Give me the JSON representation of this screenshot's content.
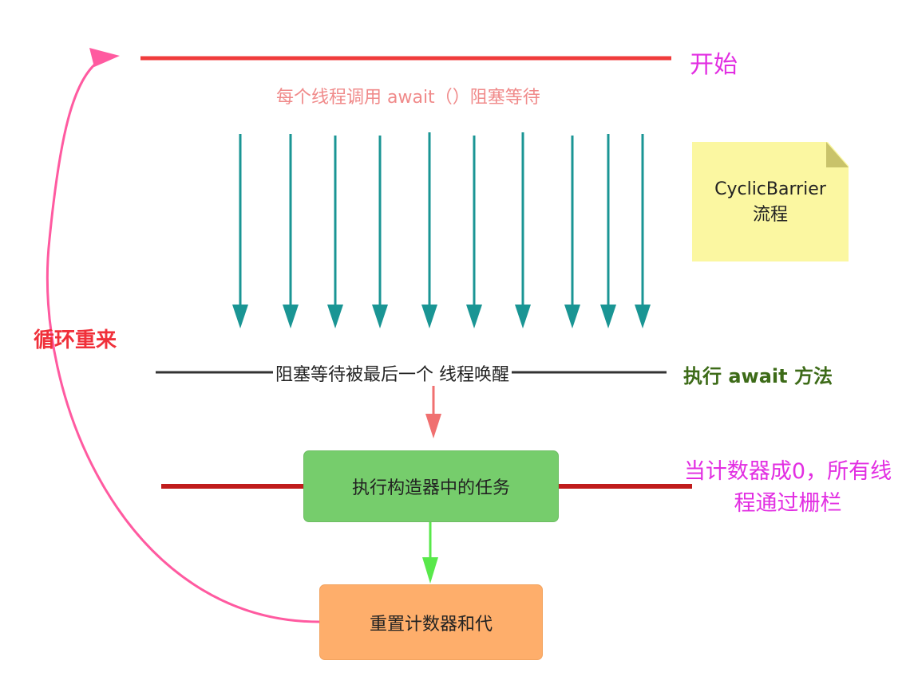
{
  "labels": {
    "start": "开始",
    "await_desc": "每个线程调用 await（）阻塞等待",
    "loop": "循环重来",
    "wake": "阻塞等待被最后一个 线程唤醒",
    "exec_await": "执行 await 方法",
    "count_zero": "当计数器成0，所有线程通过栅栏"
  },
  "note": {
    "title": "CyclicBarrier",
    "subtitle": "流程"
  },
  "boxes": {
    "run_task": "执行构造器中的任务",
    "reset": "重置计数器和代"
  },
  "thread_arrow_count": 10,
  "colors": {
    "start_line": "#f03c3c",
    "thread_arrow": "#1a9594",
    "barrier_line": "#333333",
    "pass_line": "#c01c1c",
    "wake_arrow": "#f07070",
    "task_arrow": "#58e84a",
    "loop_curve": "#ff5aa0",
    "note_bg": "#fbf7a1",
    "task_box": "#76cd6c",
    "reset_box": "#feae6b"
  }
}
